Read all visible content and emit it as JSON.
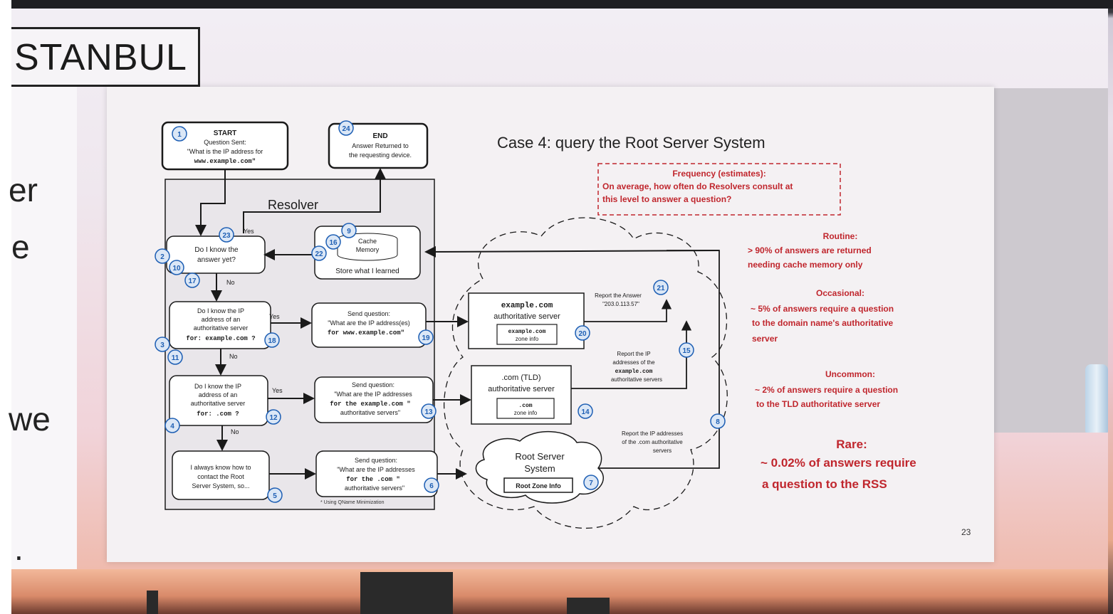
{
  "room": {
    "istanbul_label": "STANBUL",
    "left_fragments": [
      "er",
      "e",
      "we",
      "."
    ],
    "page_number": "23"
  },
  "slide": {
    "title": "Case 4: query the Root Server System",
    "frequency": {
      "heading": "Frequency (estimates):",
      "question_line1": "On average, how often do Resolvers consult at",
      "question_line2": "this level to answer a question?"
    },
    "routine": {
      "heading": "Routine:",
      "line1": "> 90% of answers are returned",
      "line2": "needing cache memory only"
    },
    "occasional": {
      "heading": "Occasional:",
      "line1": "~ 5% of answers require a question",
      "line2": "to the domain name's authoritative",
      "line3": "server"
    },
    "uncommon": {
      "heading": "Uncommon:",
      "line1": "~ 2% of answers require a question",
      "line2": "to the TLD authoritative server"
    },
    "rare": {
      "heading": "Rare:",
      "line1": "~ 0.02% of answers require",
      "line2": "a question to the RSS"
    }
  },
  "diagram": {
    "start": {
      "title": "START",
      "line1": "Question Sent:",
      "line2": "\"What is the IP address for",
      "line3": "www.example.com\""
    },
    "end": {
      "title": "END",
      "line1": "Answer Returned to",
      "line2": "the requesting device."
    },
    "resolver_label": "Resolver",
    "know_answer": {
      "line1": "Do I know the",
      "line2": "answer yet?"
    },
    "cache": {
      "line1": "Cache",
      "line2": "Memory",
      "line3": "Store what I learned"
    },
    "know_auth": {
      "line1": "Do I know the IP",
      "line2": "address of an",
      "line3": "authoritative server",
      "line4": "for: example.com ?"
    },
    "know_tld": {
      "line1": "Do I know the IP",
      "line2": "address of an",
      "line3": "authoritative server",
      "line4": "for: .com ?"
    },
    "always": {
      "line1": "I always know how to",
      "line2": "contact the Root",
      "line3": "Server System, so..."
    },
    "send1": {
      "line1": "Send question:",
      "line2": "\"What are the IP address(es)",
      "line3": "for www.example.com\""
    },
    "send2": {
      "line1": "Send question:",
      "line2": "\"What are the IP addresses",
      "line3": "for the example.com \"",
      "line4": "authoritative servers\""
    },
    "send3": {
      "line1": "Send question:",
      "line2": "\"What are the IP addresses",
      "line3": "for the .com \"",
      "line4": "authoritative servers\""
    },
    "qname_note": "* Using QName Minimization",
    "auth_server": {
      "line1": "example.com",
      "line2": "authoritative server",
      "zone1": "example.com",
      "zone2": "zone info"
    },
    "tld_server": {
      "line1": ".com (TLD)",
      "line2": "authoritative server",
      "zone1": ".com",
      "zone2": "zone info"
    },
    "root_server": {
      "line1": "Root Server",
      "line2": "System",
      "zone": "Root Zone Info"
    },
    "report_answer": {
      "line1": "Report the Answer",
      "line2": "\"203.0.113.57\""
    },
    "report_auth": {
      "line1": "Report the IP",
      "line2": "addresses of the",
      "line3": "example.com",
      "line4": "authoritative servers"
    },
    "report_tld": {
      "line1": "Report the IP addresses",
      "line2": "of the .com authoritative",
      "line3": "servers"
    },
    "yes": "Yes",
    "no": "No",
    "steps": [
      "1",
      "2",
      "3",
      "4",
      "5",
      "6",
      "7",
      "8",
      "9",
      "10",
      "11",
      "12",
      "13",
      "14",
      "15",
      "16",
      "17",
      "18",
      "19",
      "20",
      "21",
      "22",
      "23",
      "24"
    ]
  },
  "colors": {
    "accent_red": "#c0262d",
    "badge_blue": "#1e5fb4",
    "ink": "#1a1a1a"
  }
}
